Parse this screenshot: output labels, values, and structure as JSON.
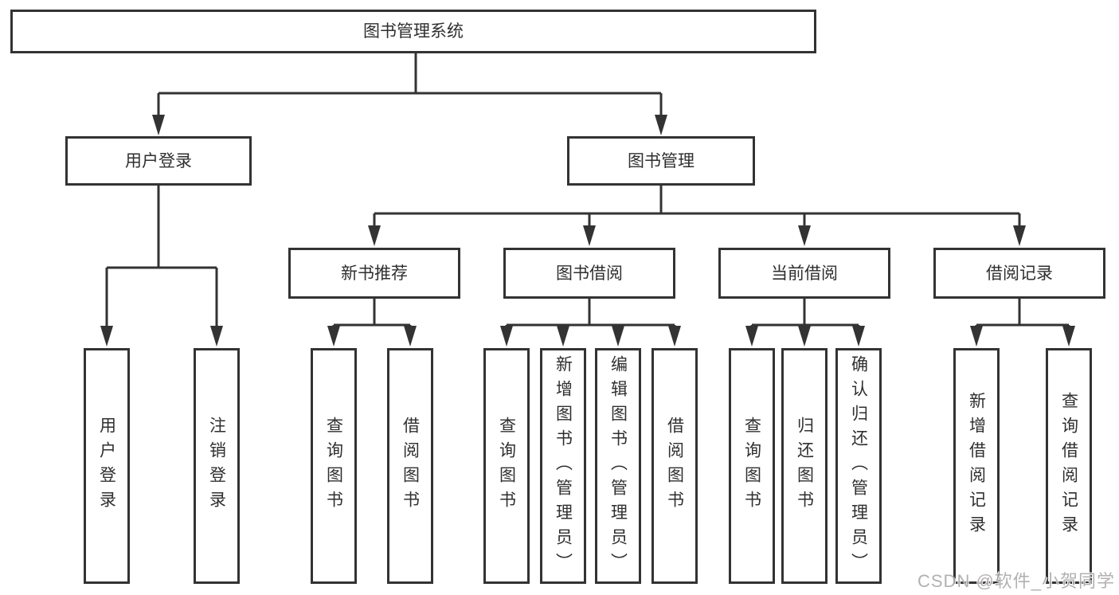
{
  "colors": {
    "line": "#333333",
    "text": "#2f2f2f",
    "background": "#ffffff",
    "watermark": "#aba8a8"
  },
  "watermark": {
    "text": "CSDN @软件_小贺同学"
  },
  "tree": {
    "root": {
      "label": "图书管理系统"
    },
    "level2": [
      {
        "label": "用户登录",
        "children": [
          {
            "label": "用户登录"
          },
          {
            "label": "注销登录"
          }
        ]
      },
      {
        "label": "图书管理",
        "children": [
          {
            "label": "新书推荐",
            "children": [
              {
                "label": "查询图书"
              },
              {
                "label": "借阅图书"
              }
            ]
          },
          {
            "label": "图书借阅",
            "children": [
              {
                "label": "查询图书"
              },
              {
                "label": "新增图书（管理员）"
              },
              {
                "label": "编辑图书（管理员）"
              },
              {
                "label": "借阅图书"
              }
            ]
          },
          {
            "label": "当前借阅",
            "children": [
              {
                "label": "查询图书"
              },
              {
                "label": "归还图书"
              },
              {
                "label": "确认归还（管理员）"
              }
            ]
          },
          {
            "label": "借阅记录",
            "children": [
              {
                "label": "新增借阅记录"
              },
              {
                "label": "查询借阅记录"
              }
            ]
          }
        ]
      }
    ]
  }
}
